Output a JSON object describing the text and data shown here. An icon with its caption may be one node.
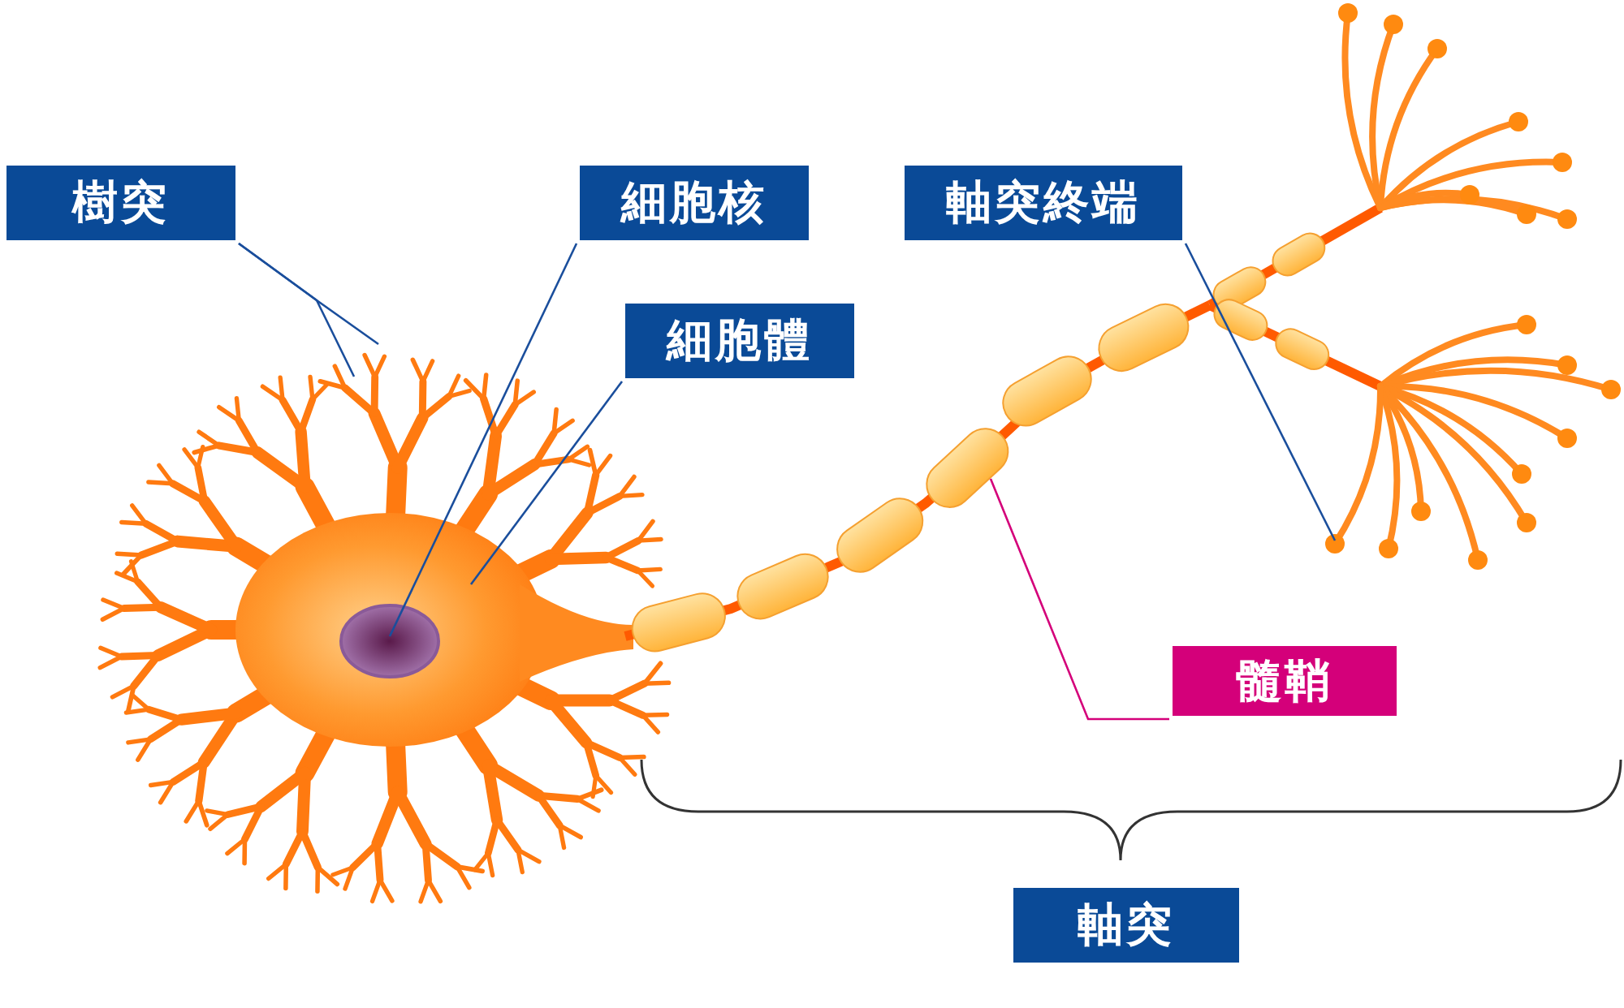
{
  "diagram": {
    "nodes": [
      {
        "text": [
          "樹突"
        ]
      },
      {
        "text": [
          "細胞核"
        ]
      },
      {
        "text": [
          "軸突終端"
        ]
      },
      {
        "text": [
          "細胞體"
        ]
      },
      {
        "text": [
          "髓鞘"
        ]
      },
      {
        "text": [
          "軸突"
        ]
      }
    ],
    "edges": [
      {
        "from": 0,
        "to": null,
        "arrow": "none"
      },
      {
        "from": 0,
        "to": null,
        "arrow": "none"
      },
      {
        "from": 1,
        "to": null,
        "arrow": "none"
      },
      {
        "from": 2,
        "to": null,
        "arrow": "none"
      },
      {
        "from": 3,
        "to": null,
        "arrow": "none"
      },
      {
        "from": 4,
        "to": null,
        "arrow": "none",
        "color": "#d4007a"
      }
    ]
  }
}
